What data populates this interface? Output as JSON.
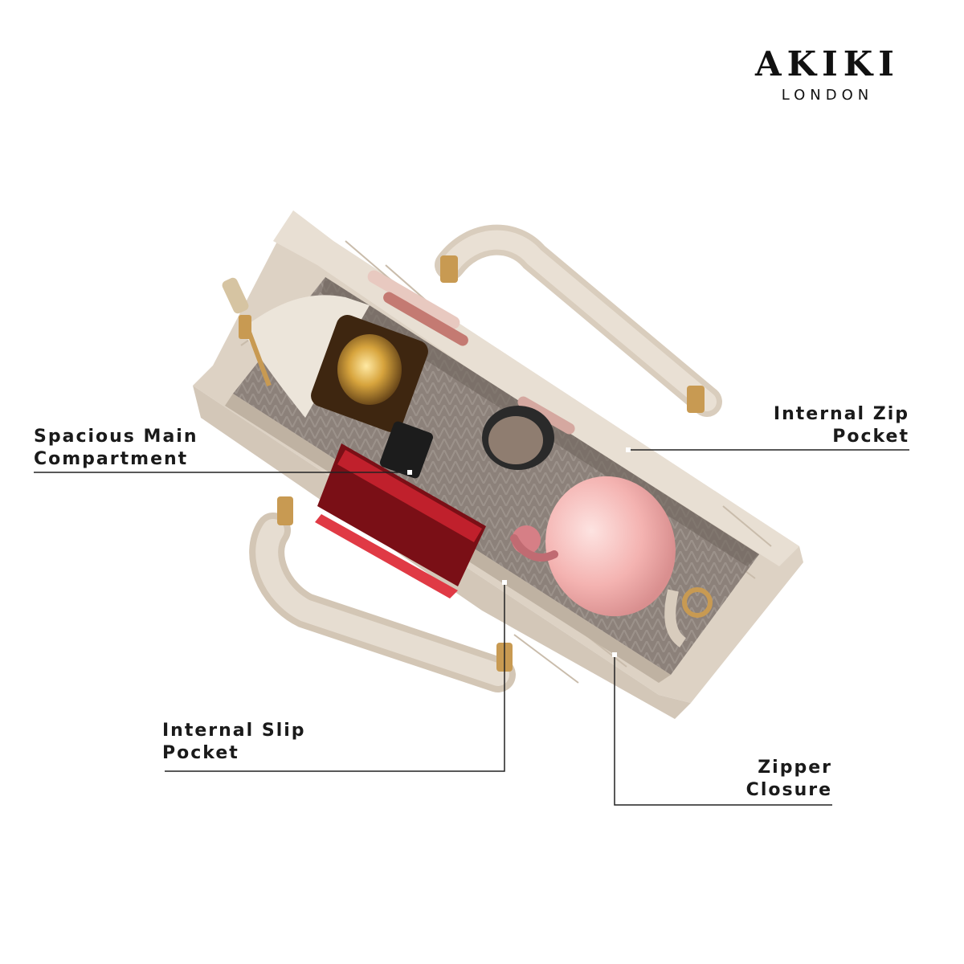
{
  "brand": {
    "name": "AKIKI",
    "subtitle": "LONDON"
  },
  "callouts": {
    "main_compartment": {
      "line1": "Spacious Main",
      "line2": "Compartment"
    },
    "zip_pocket": {
      "line1": "Internal Zip",
      "line2": "Pocket"
    },
    "slip_pocket": {
      "line1": "Internal Slip",
      "line2": "Pocket"
    },
    "zipper_closure": {
      "line1": "Zipper",
      "line2": "Closure"
    }
  },
  "colors": {
    "bag_leather": "#e2d8cb",
    "lining": "#8a7f77",
    "accent_gold": "#c89a52",
    "pink_compact": "#f2b5b5"
  }
}
